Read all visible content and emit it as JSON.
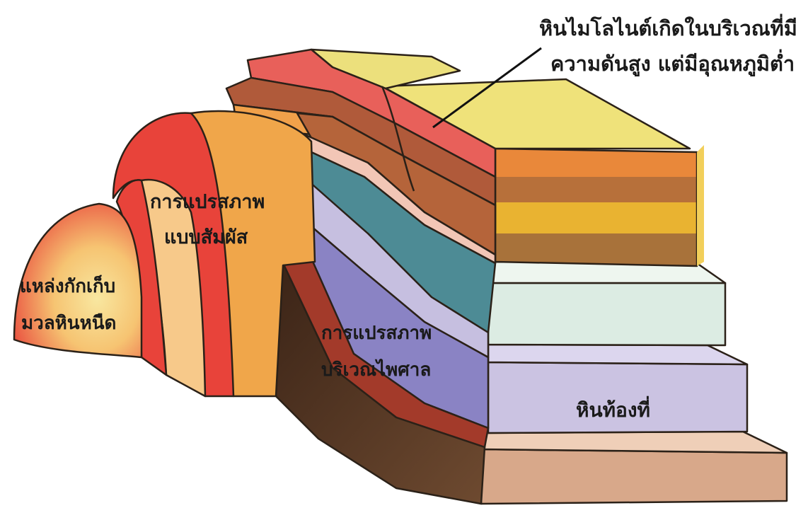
{
  "labels": {
    "mylonite_line1": "หินไมโลไนต์เกิดในบริเวณที่มี",
    "mylonite_line2": "ความดันสูง แต่มีอุณหภูมิต่ำ",
    "contact_line1": "การแปรสภาพ",
    "contact_line2": "แบบสัมผัส",
    "magma_line1": "แหล่งกักเก็บ",
    "magma_line2": "มวลหินหนืด",
    "regional_line1": "การแปรสภาพ",
    "regional_line2": "บริเวณไพศาล",
    "country_rock": "หินท้องที่"
  },
  "colors": {
    "outline": "#2b2118",
    "magma_hot": "#e8433a",
    "magma_core": "#f6e08a",
    "aureole_inner": "#f7c98a",
    "aureole_outer": "#f0a64a",
    "top_surface": "#efe27a",
    "teal": "#4d8b95",
    "purple": "#8a83c4",
    "lavender": "#c6bfe0",
    "mint": "#dcece3",
    "tan": "#e5b899",
    "dark_brown": "#5a3a26",
    "red_brown": "#a33a2a"
  }
}
